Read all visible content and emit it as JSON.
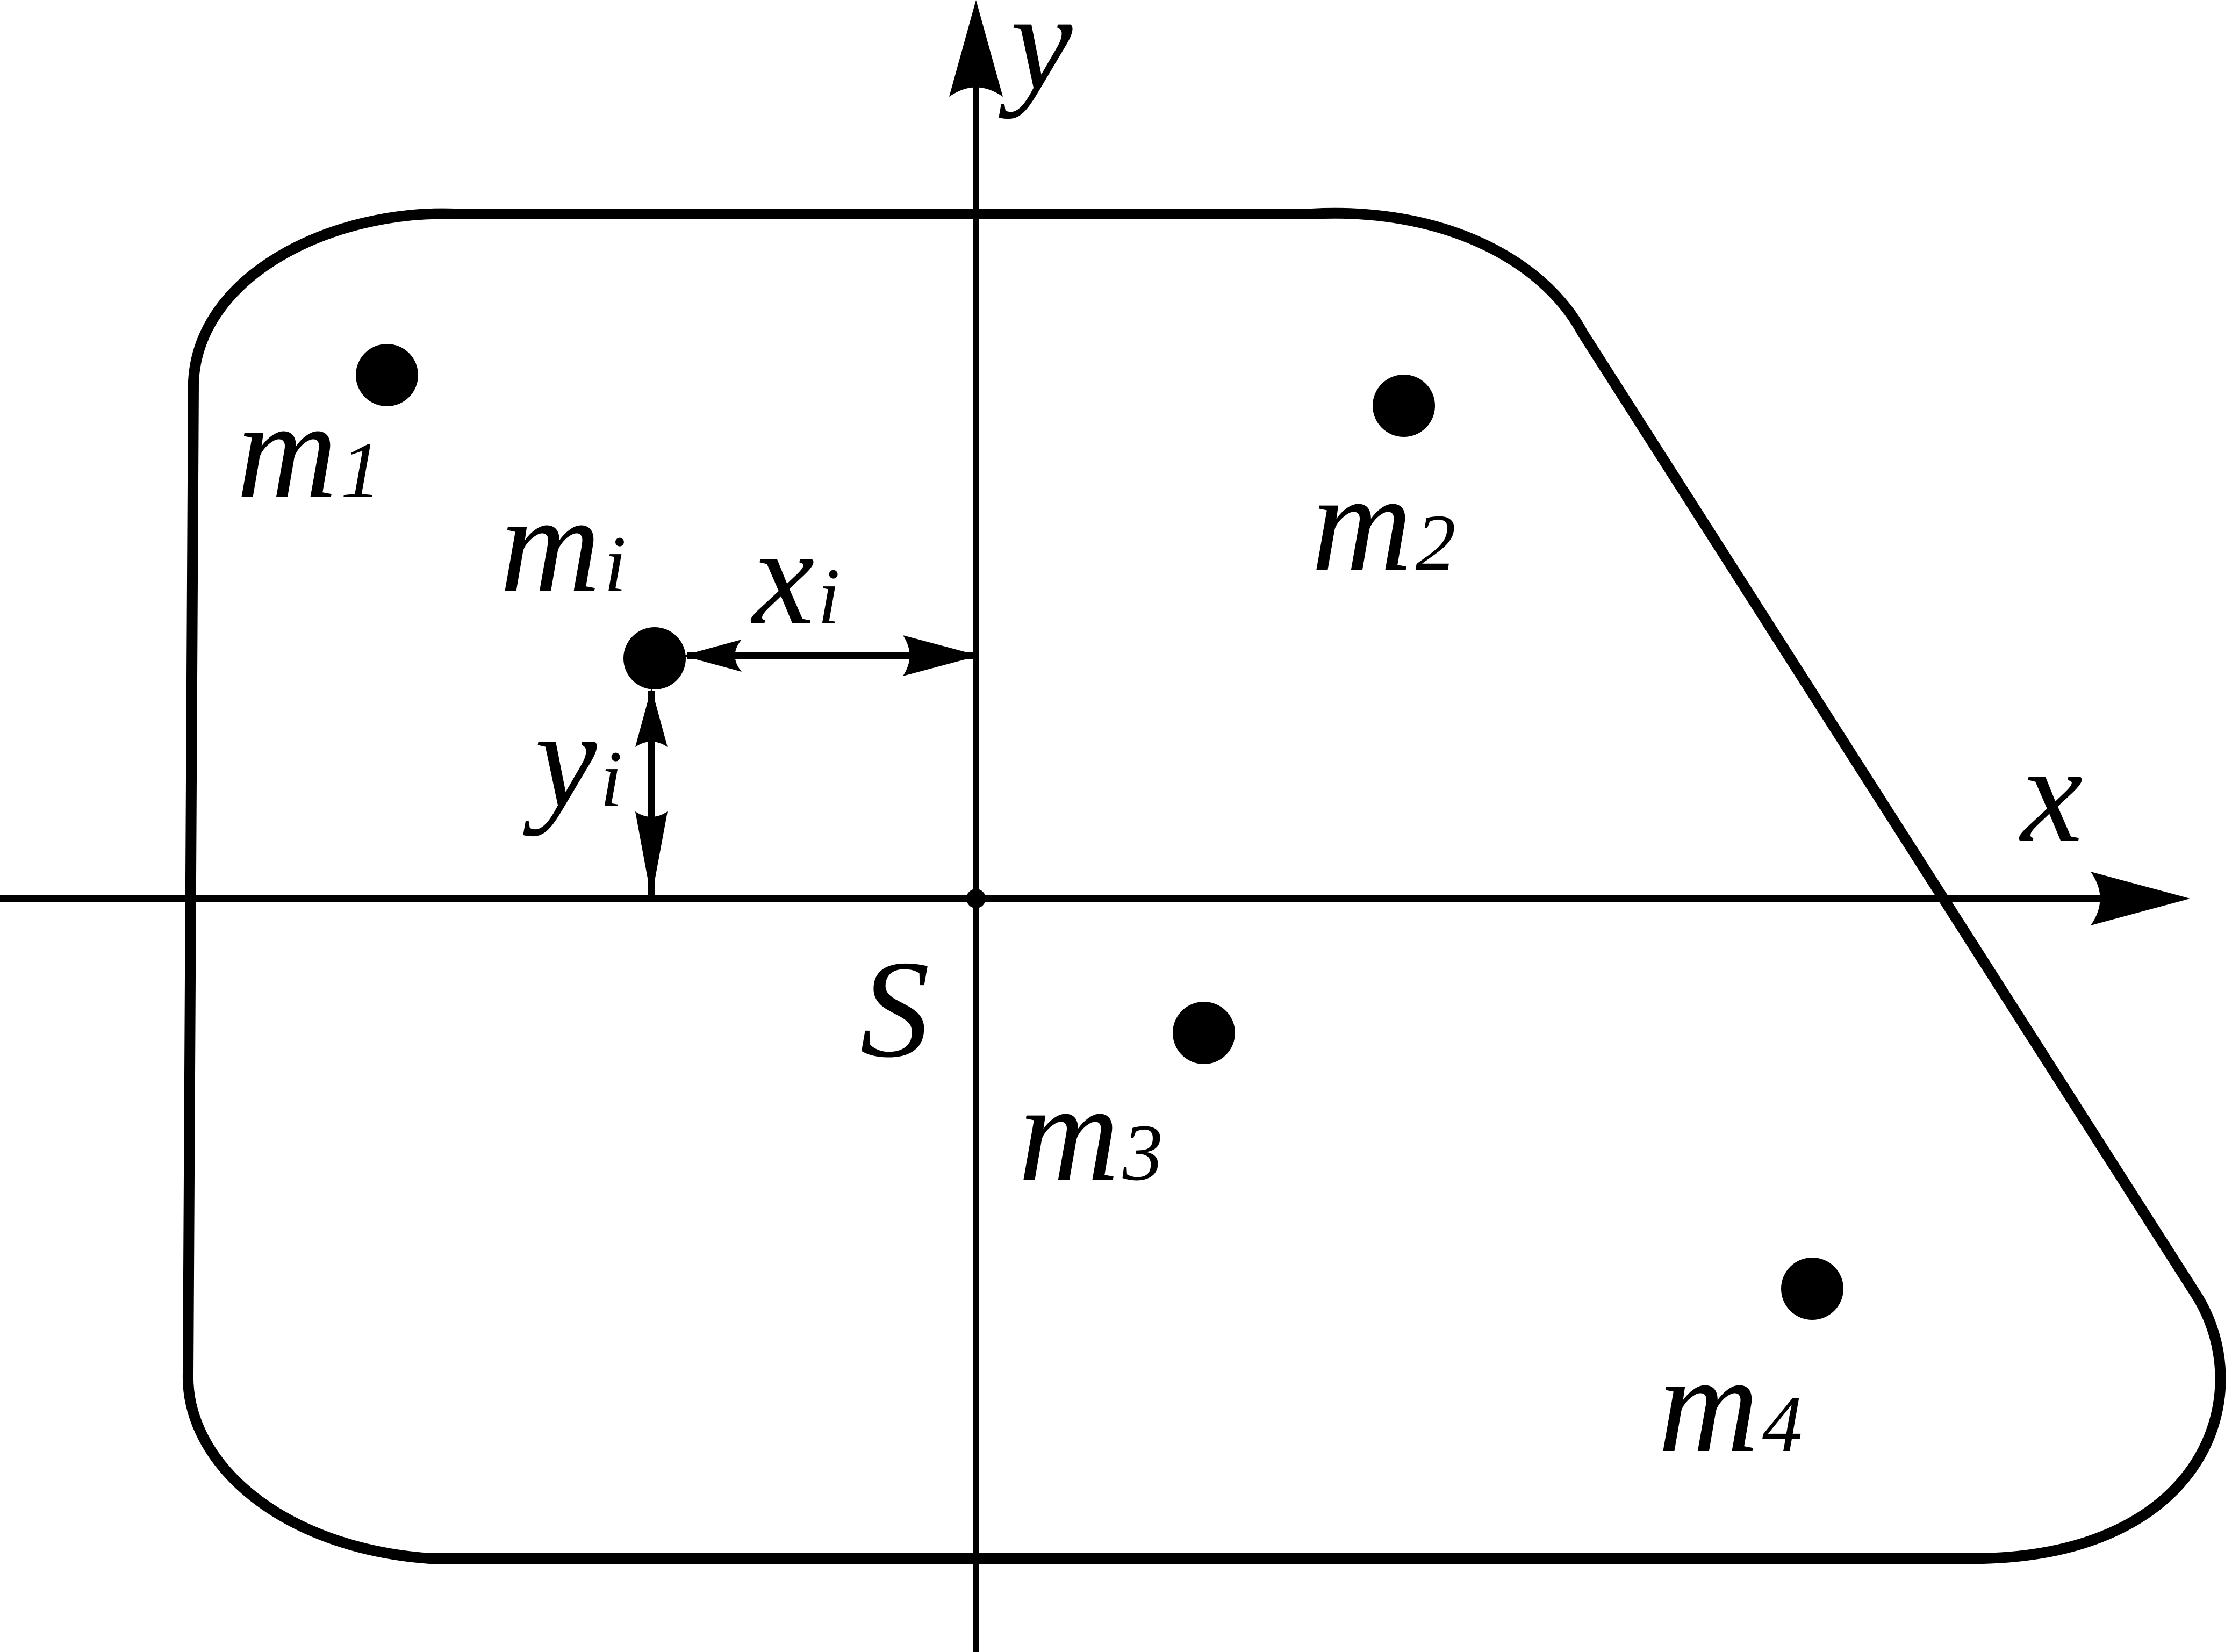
{
  "diagram": {
    "colors": {
      "stroke": "#000000",
      "background": "#ffffff"
    },
    "axes": {
      "x_label": "x",
      "y_label": "y",
      "origin_label": "S"
    },
    "masses": [
      {
        "base": "m",
        "sub": "1"
      },
      {
        "base": "m",
        "sub": "2"
      },
      {
        "base": "m",
        "sub": "3"
      },
      {
        "base": "m",
        "sub": "4"
      },
      {
        "base": "m",
        "sub": "i"
      }
    ],
    "distances": {
      "x": {
        "base": "x",
        "sub": "i"
      },
      "y": {
        "base": "y",
        "sub": "i"
      }
    }
  }
}
